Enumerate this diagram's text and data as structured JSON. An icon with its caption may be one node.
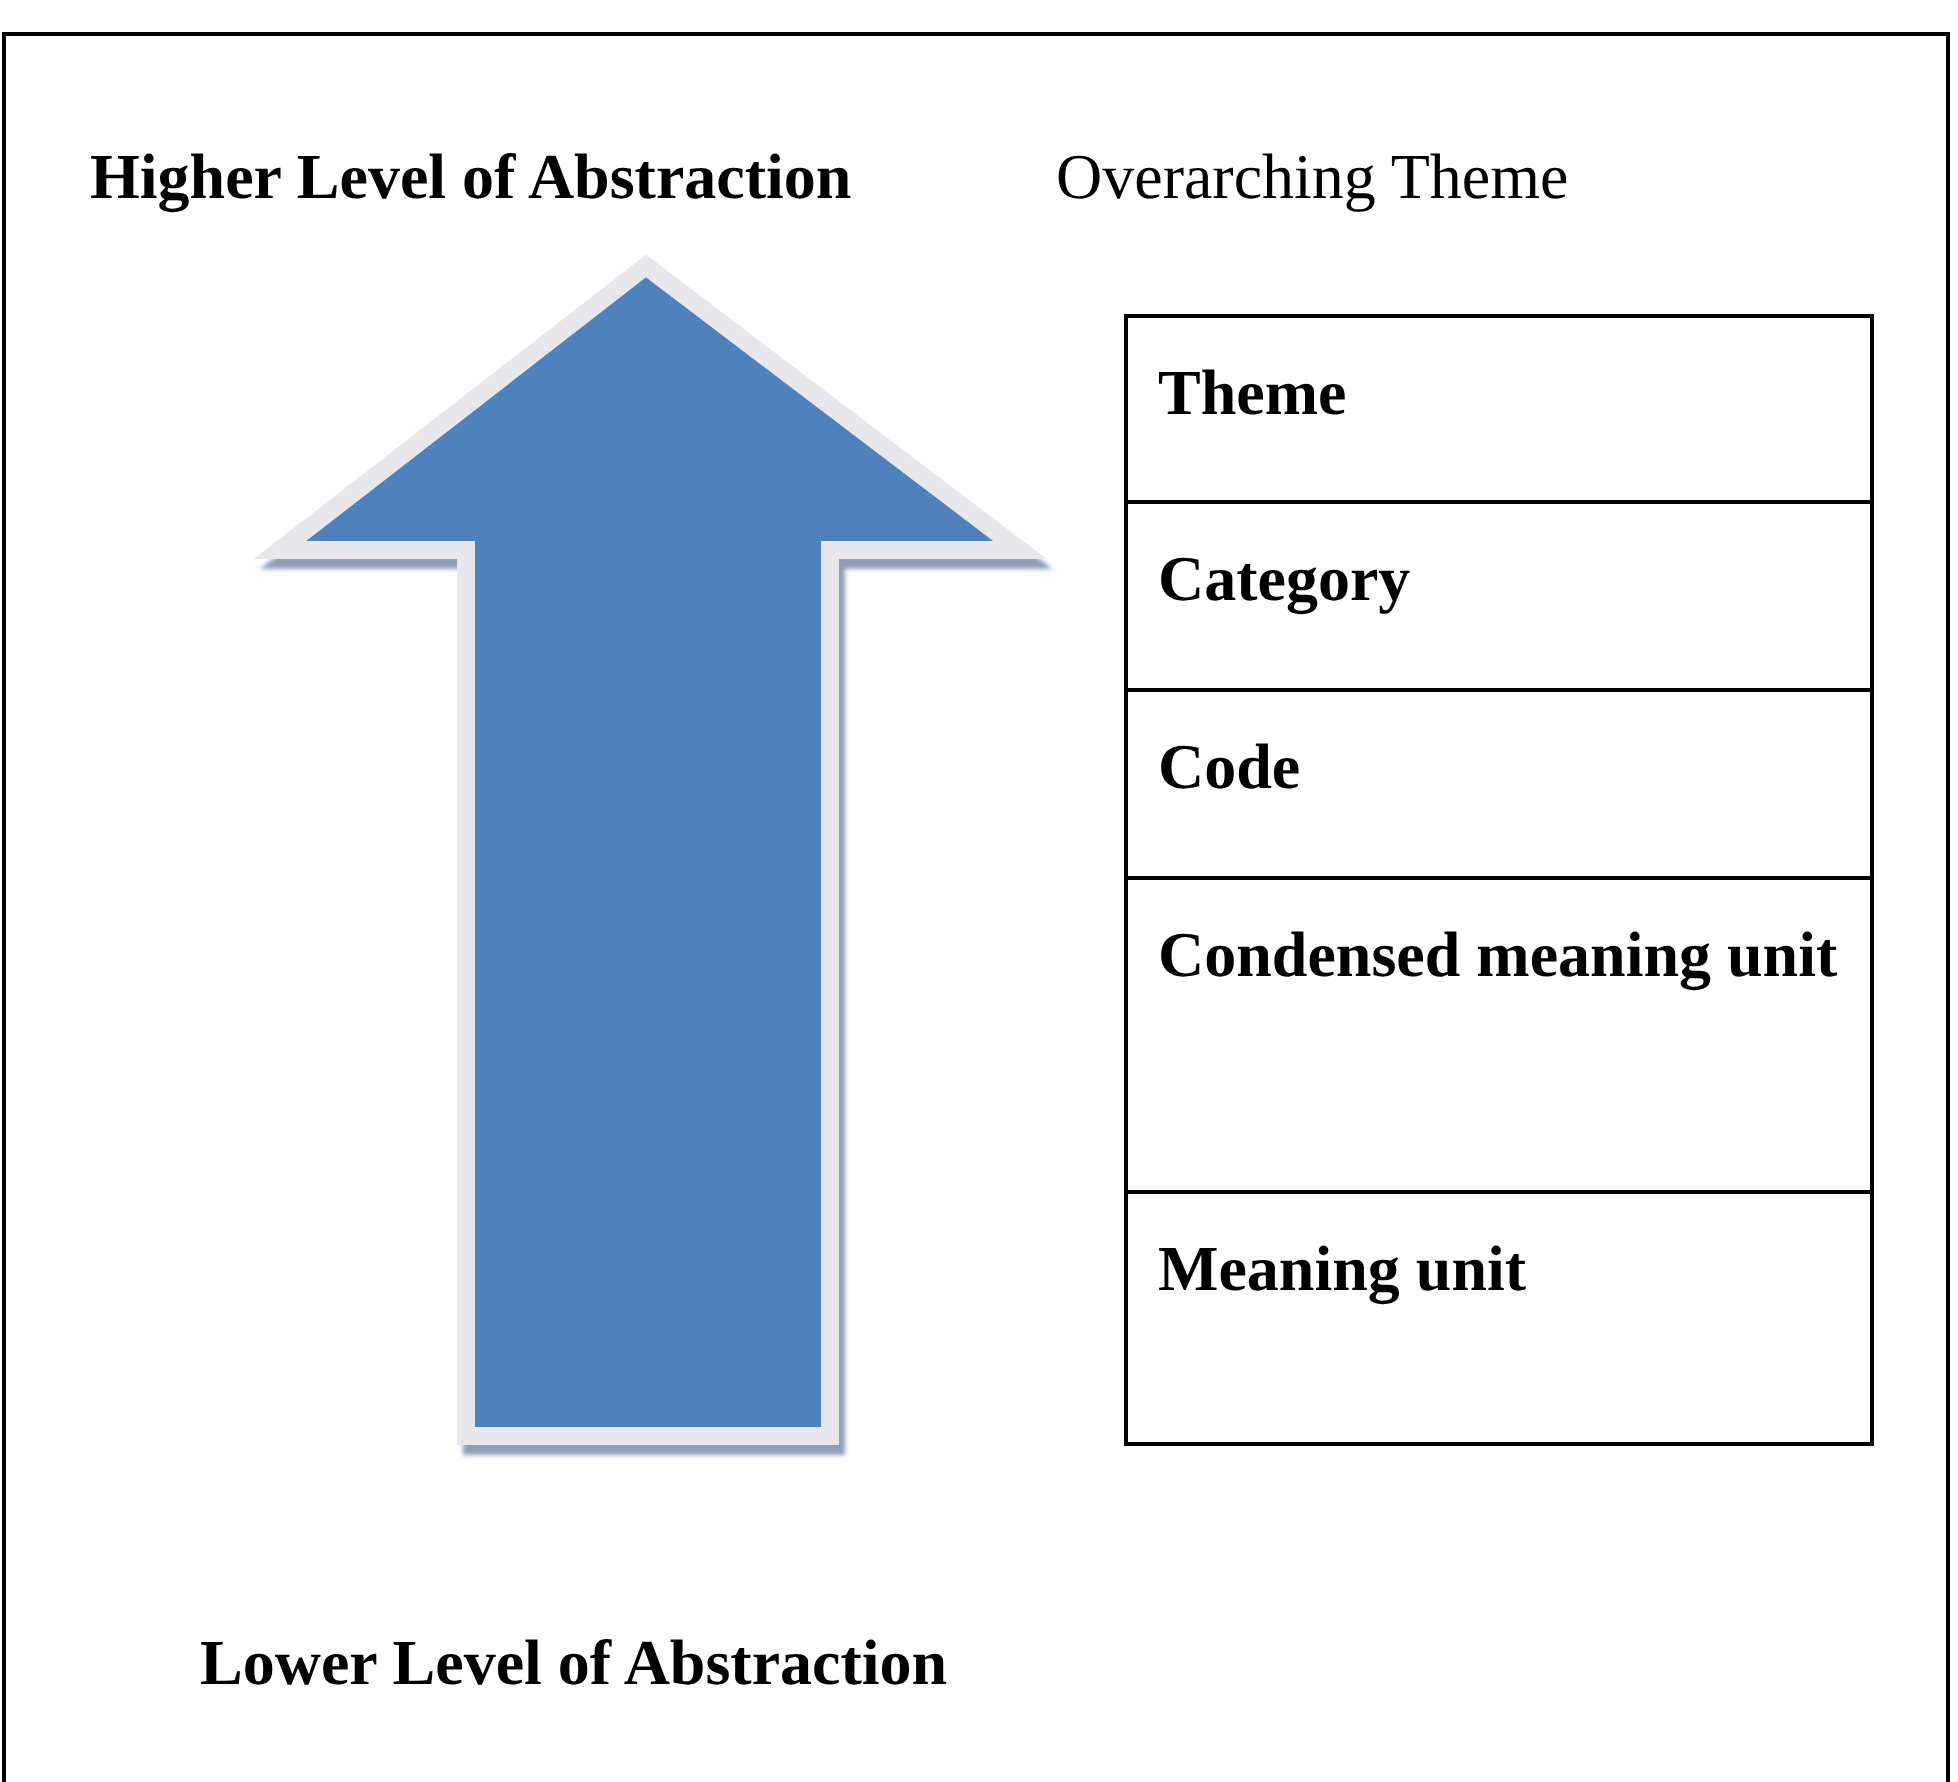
{
  "diagram": {
    "nodes": [
      {
        "text": [
          "Theme"
        ]
      },
      {
        "text": [
          "Category"
        ]
      },
      {
        "text": [
          "Code"
        ]
      },
      {
        "text": [
          "Condensed meaning unit"
        ]
      },
      {
        "text": [
          "Meaning unit"
        ]
      }
    ],
    "edges": [],
    "labels": [
      "Higher Level of Abstraction",
      "Overarching Theme",
      "Lower Level of Abstraction"
    ]
  }
}
